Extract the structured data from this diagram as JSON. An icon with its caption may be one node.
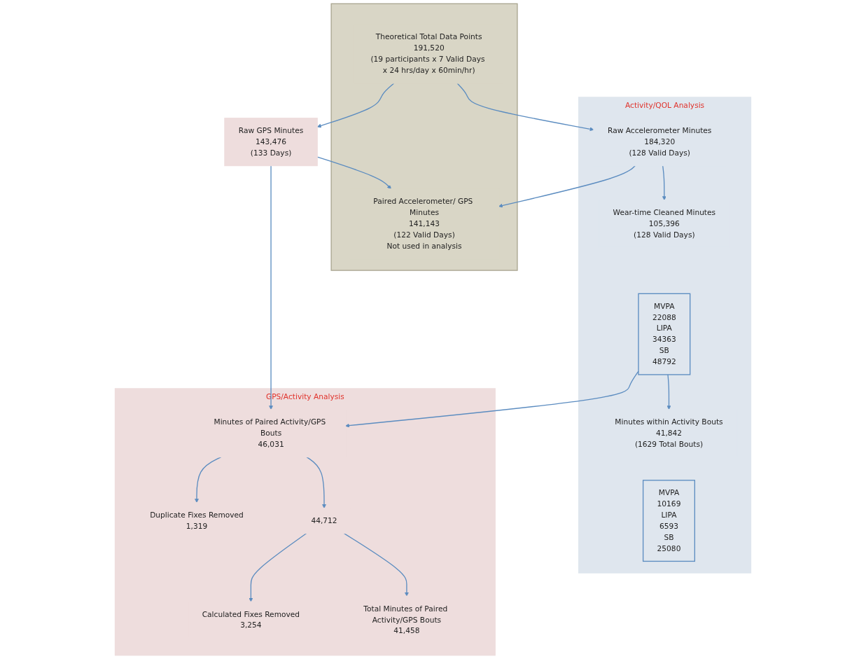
{
  "diagram": {
    "nodes": [
      {
        "text": [],
        "shape": "box"
      },
      {
        "text": [
          "Theoretical Total Data Points",
          "191,520",
          "(19 participants x 7 Valid Days x 24 hrs/day x 60min/hr)"
        ],
        "in": 0
      },
      {
        "text": [
          "Paired Accelerometer/ GPS Minutes",
          "141,143",
          "(122 Valid Days)",
          "Not used in analysis"
        ],
        "in": 0
      },
      {
        "text": [
          "Activity/QOL Analysis"
        ]
      },
      {
        "text": [
          "Raw Accelerometer Minutes",
          "184,320",
          "(128 Valid Days)"
        ],
        "in": 3
      },
      {
        "text": [
          "Wear-time Cleaned Minutes",
          "105,396",
          "(128 Valid Days)"
        ],
        "in": 3
      },
      {
        "text": [
          "MVPA",
          "22088",
          "LIPA",
          "34363",
          "SB",
          "48792"
        ],
        "in": 3
      },
      {
        "text": [
          "Minutes within Activity Bouts",
          "41,842",
          "(1629 Total Bouts)"
        ],
        "in": 3
      },
      {
        "text": [
          "MVPA",
          "10169",
          "LIPA",
          "6593",
          "SB",
          "25080"
        ],
        "in": 3
      },
      {
        "text": [
          "Raw GPS Minutes",
          "143,476",
          "(133 Days)"
        ]
      },
      {
        "text": [
          "GPS/Activity Analysis"
        ]
      },
      {
        "text": [
          "Minutes of Paired Activity/GPS Bouts",
          "46,031"
        ],
        "in": 10
      },
      {
        "text": [
          "Duplicate Fixes Removed",
          "1,319"
        ],
        "in": 10
      },
      {
        "text": [
          "44,712"
        ],
        "in": 10
      },
      {
        "text": [
          "Calculated Fixes Removed",
          "3,254"
        ],
        "in": 10
      },
      {
        "text": [
          "Total Minutes of Paired Activity/GPS Bouts",
          "41,458"
        ],
        "in": 10
      }
    ],
    "edges": [
      {
        "from": 1,
        "to": 4,
        "arrow": "to"
      },
      {
        "from": 1,
        "to": 9,
        "arrow": "to"
      },
      {
        "from": 4,
        "to": 5,
        "arrow": "to"
      },
      {
        "from": 4,
        "to": 2,
        "arrow": "to"
      },
      {
        "from": 9,
        "to": 2,
        "arrow": "to"
      },
      {
        "from": 9,
        "to": 11,
        "arrow": "to"
      },
      {
        "from": 6,
        "to": 11,
        "arrow": "to"
      },
      {
        "from": 6,
        "to": 7,
        "arrow": "to"
      },
      {
        "from": 11,
        "to": 12,
        "arrow": "to"
      },
      {
        "from": 11,
        "to": 13,
        "arrow": "to"
      },
      {
        "from": 13,
        "to": 14,
        "arrow": "to"
      },
      {
        "from": 13,
        "to": 15,
        "arrow": "to"
      }
    ]
  }
}
